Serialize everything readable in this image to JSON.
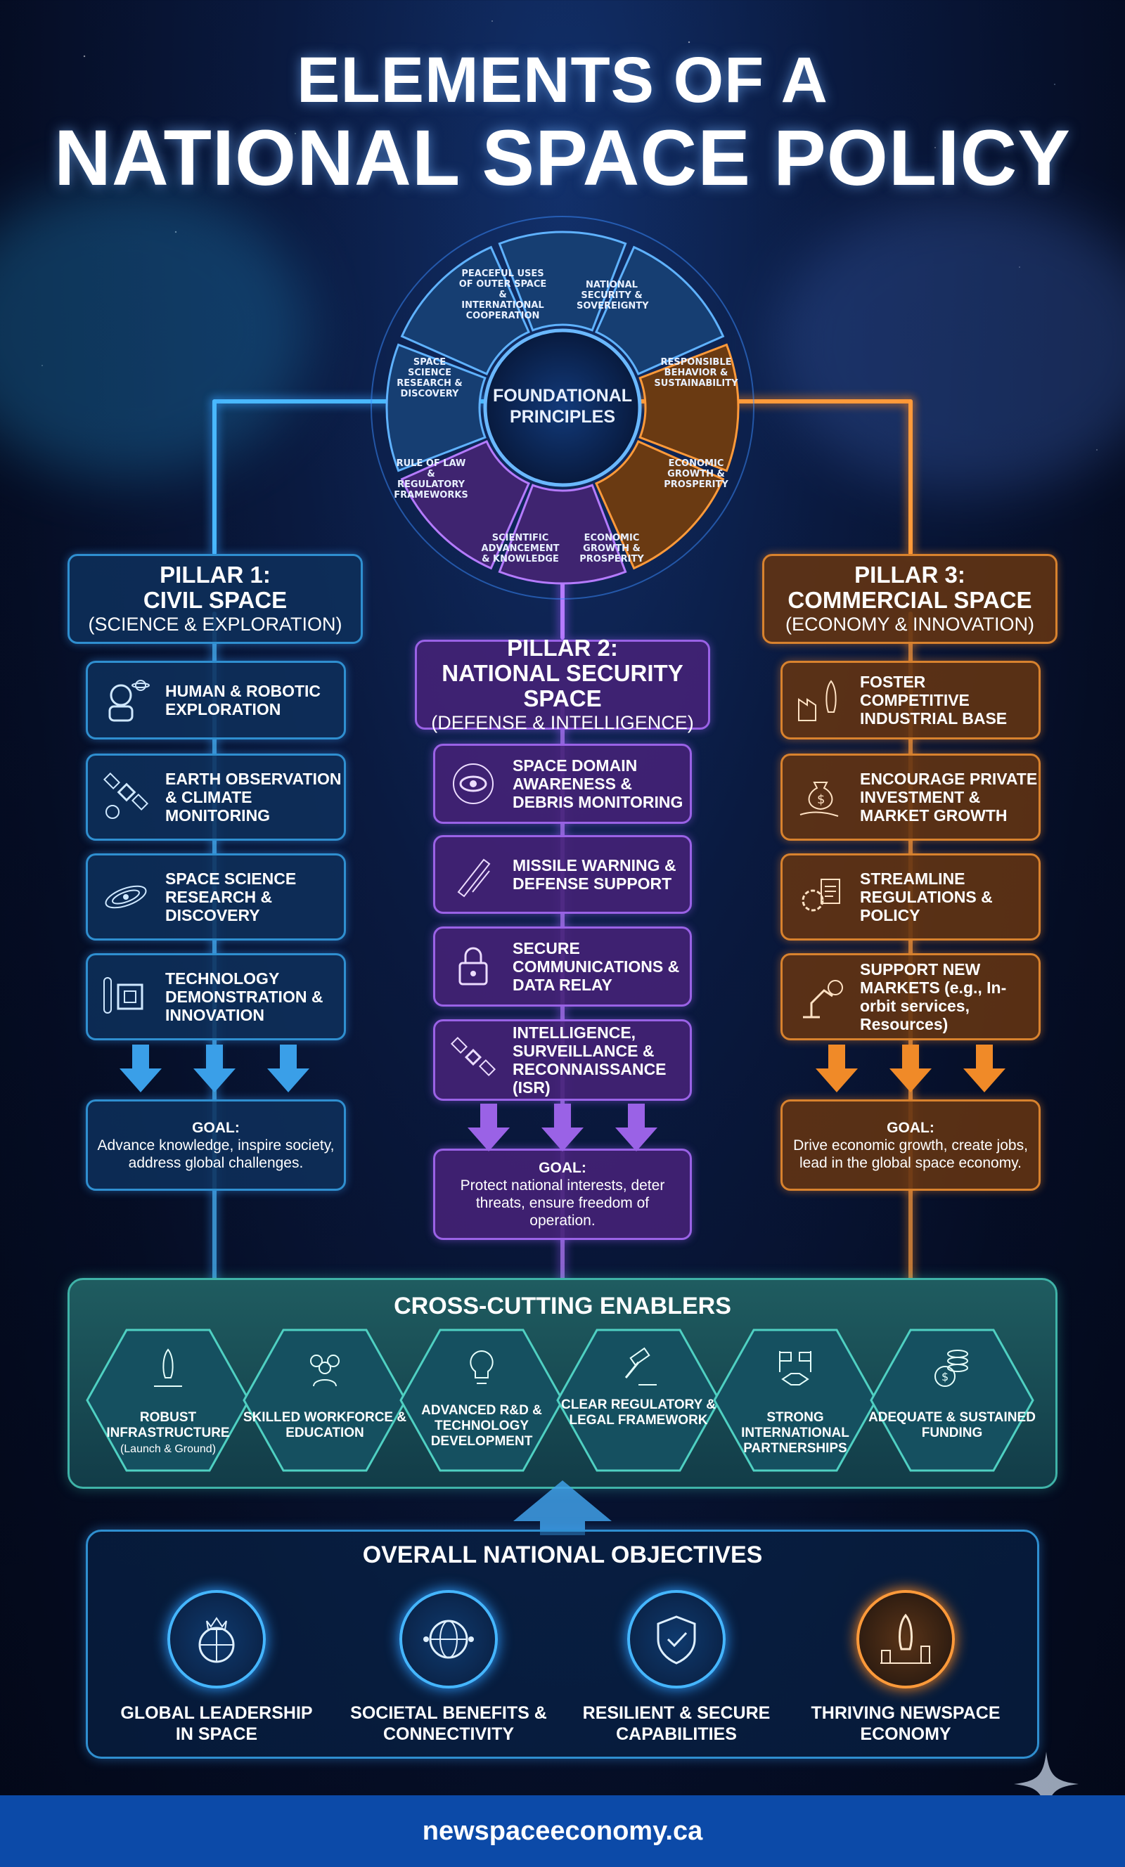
{
  "title": {
    "line1": "ELEMENTS OF A",
    "line2": "NATIONAL SPACE POLICY"
  },
  "wheel": {
    "center": "FOUNDATIONAL PRINCIPLES",
    "segments": [
      "PEACEFUL USES OF OUTER SPACE & INTERNATIONAL COOPERATION",
      "NATIONAL SECURITY & SOVEREIGNTY",
      "RESPONSIBLE BEHAVIOR & SUSTAINABILITY",
      "ECONOMIC GROWTH & PROSPERITY",
      "ECONOMIC GROWTH & PROSPERITY",
      "SCIENTIFIC ADVANCEMENT & KNOWLEDGE",
      "RULE OF LAW & REGULATORY FRAMEWORKS",
      "SPACE SCIENCE RESEARCH & DISCOVERY"
    ]
  },
  "pillar1": {
    "label": "PILLAR 1:",
    "name": "CIVIL SPACE",
    "sub": "(SCIENCE & EXPLORATION)",
    "items": [
      "HUMAN & ROBOTIC EXPLORATION",
      "EARTH OBSERVATION & CLIMATE MONITORING",
      "SPACE SCIENCE RESEARCH & DISCOVERY",
      "TECHNOLOGY DEMONSTRATION & INNOVATION"
    ],
    "goal_label": "GOAL:",
    "goal": "Advance knowledge, inspire society, address global challenges."
  },
  "pillar2": {
    "label": "PILLAR 2:",
    "name": "NATIONAL SECURITY SPACE",
    "sub": "(DEFENSE & INTELLIGENCE)",
    "items": [
      "SPACE DOMAIN AWARENESS & DEBRIS MONITORING",
      "MISSILE WARNING & DEFENSE SUPPORT",
      "SECURE COMMUNICATIONS & DATA RELAY",
      "INTELLIGENCE, SURVEILLANCE & RECONNAISSANCE (ISR)"
    ],
    "goal_label": "GOAL:",
    "goal": "Protect national interests, deter threats, ensure freedom of operation."
  },
  "pillar3": {
    "label": "PILLAR 3:",
    "name": "COMMERCIAL SPACE",
    "sub": "(ECONOMY & INNOVATION)",
    "items": [
      "FOSTER COMPETITIVE INDUSTRIAL BASE",
      "ENCOURAGE PRIVATE INVESTMENT & MARKET GROWTH",
      "STREAMLINE REGULATIONS & POLICY",
      "SUPPORT NEW MARKETS (e.g., In-orbit services, Resources)"
    ],
    "goal_label": "GOAL:",
    "goal": "Drive economic growth, create jobs, lead in the global space economy."
  },
  "enablers": {
    "title": "CROSS-CUTTING ENABLERS",
    "items": [
      {
        "label": "ROBUST INFRASTRUCTURE",
        "sub": "(Launch & Ground)"
      },
      {
        "label": "SKILLED WORKFORCE & EDUCATION",
        "sub": ""
      },
      {
        "label": "ADVANCED R&D & TECHNOLOGY DEVELOPMENT",
        "sub": ""
      },
      {
        "label": "CLEAR REGULATORY & LEGAL FRAMEWORK",
        "sub": ""
      },
      {
        "label": "STRONG INTERNATIONAL PARTNERSHIPS",
        "sub": ""
      },
      {
        "label": "ADEQUATE & SUSTAINED FUNDING",
        "sub": ""
      }
    ]
  },
  "objectives": {
    "title": "OVERALL NATIONAL OBJECTIVES",
    "items": [
      "GLOBAL LEADERSHIP IN SPACE",
      "SOCIETAL BENEFITS & CONNECTIVITY",
      "RESILIENT & SECURE CAPABILITIES",
      "THRIVING NEWSPACE ECONOMY"
    ]
  },
  "footer": "newspaceeconomy.ca",
  "colors": {
    "civil": "#2f8fd0",
    "security": "#9a62e6",
    "commercial": "#d8822e",
    "enablers": "#3fb3a8"
  }
}
